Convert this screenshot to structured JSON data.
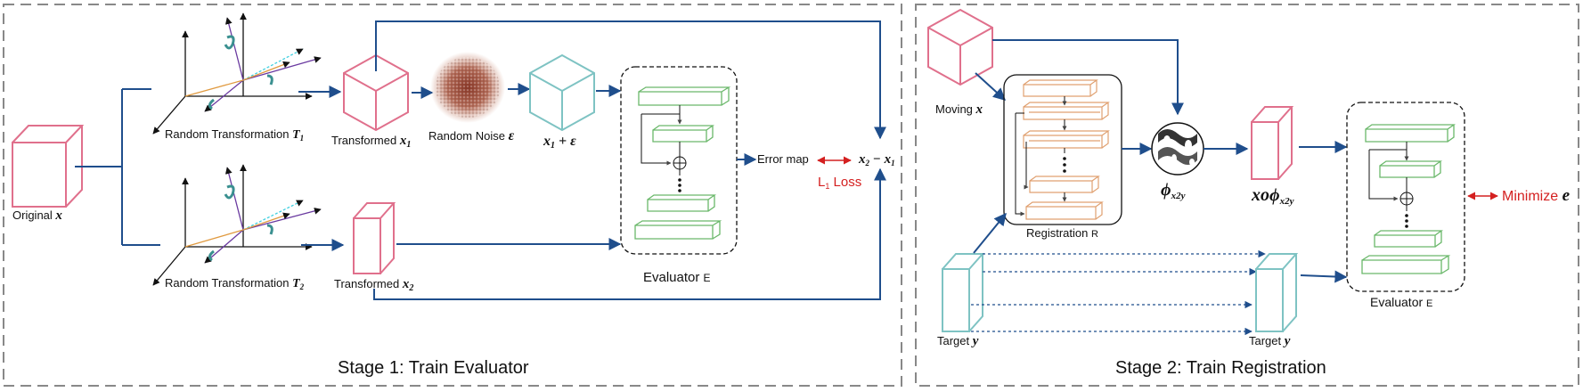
{
  "stage1": {
    "title": "Stage 1: Train Evaluator",
    "original_label": "Original",
    "original_var": "x",
    "rt1_label": "Random Transformation",
    "rt1_var": "T",
    "rt1_sub": "1",
    "rt2_label": "Random Transformation",
    "rt2_var": "T",
    "rt2_sub": "2",
    "transformed1_label": "Transformed",
    "transformed1_var": "x",
    "transformed1_sub": "1",
    "noise_label": "Random Noise",
    "noise_var": "ε",
    "sum_var": "x",
    "sum_sub": "1",
    "sum_rest": " + ε",
    "transformed2_label": "Transformed",
    "transformed2_var": "x",
    "transformed2_sub": "2",
    "error_map_label": "Error map",
    "diff_a": "x",
    "diff_a_sub": "2",
    "diff_op": " − ",
    "diff_b": "x",
    "diff_b_sub": "1",
    "loss_L": "L",
    "loss_sub": "1",
    "loss_word": " Loss",
    "evaluator_label": "Evaluator",
    "evaluator_sym": "E"
  },
  "stage2": {
    "title": "Stage 2: Train Registration",
    "moving_label": "Moving",
    "moving_var": "x",
    "registration_label": "Registration",
    "registration_sym": "R",
    "phi_var": "ϕ",
    "phi_sub": "x2y",
    "warp_x": "x",
    "warp_op": "o",
    "warp_phi": "ϕ",
    "warp_sub": "x2y",
    "evaluator_label": "Evaluator",
    "evaluator_sym": "E",
    "minimize_label": "Minimize",
    "minimize_var": "e",
    "target1_label": "Target",
    "target1_var": "y",
    "target2_label": "Target",
    "target2_var": "y"
  },
  "colors": {
    "pink": "#e0708c",
    "teal": "#7ec3c3",
    "green": "#6ab86a",
    "orange": "#e0a070",
    "blue": "#1f4e8c",
    "red": "#d42020",
    "dash": "#888888"
  }
}
